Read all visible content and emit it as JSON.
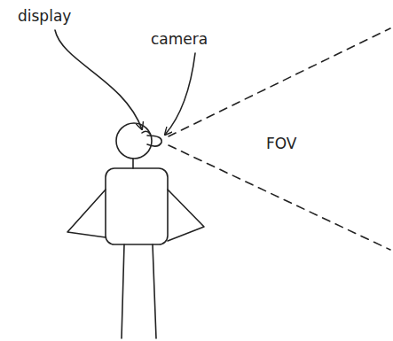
{
  "diagram": {
    "labels": [
      "display",
      "camera",
      "FOV"
    ]
  }
}
